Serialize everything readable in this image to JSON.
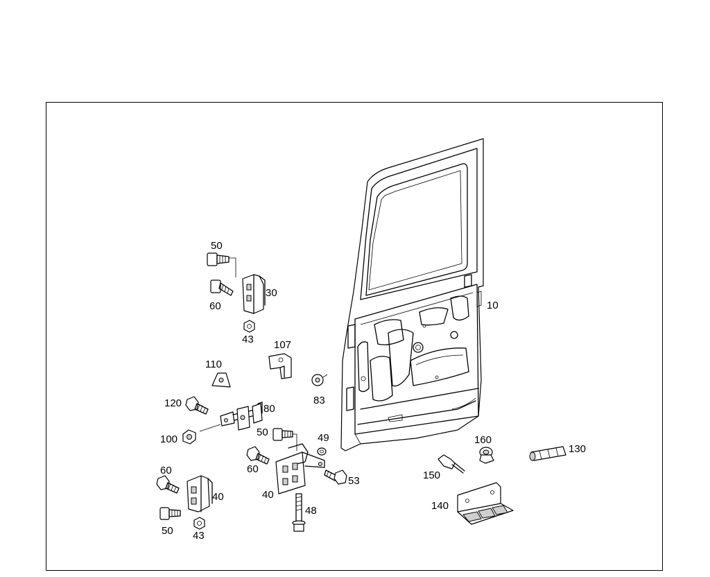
{
  "labels": {
    "door": "10",
    "hinge_upper": "30",
    "hinge_lower_right": "40",
    "hinge_lower_left": "40",
    "nut_upper": "43",
    "nut_lower": "43",
    "bolt_48": "48",
    "washer_49": "49",
    "bolt_50_top": "50",
    "bolt_50_mid": "50",
    "bolt_50_low": "50",
    "bolt_53": "53",
    "bolt_60_top": "60",
    "bolt_60_mid": "60",
    "bolt_60_low": "60",
    "stop_80": "80",
    "clip_83": "83",
    "nut_100": "100",
    "bracket_107": "107",
    "bracket_110": "110",
    "bolt_120": "120",
    "rubber_130": "130",
    "step_140": "140",
    "pin_150": "150",
    "bush_160": "160"
  }
}
